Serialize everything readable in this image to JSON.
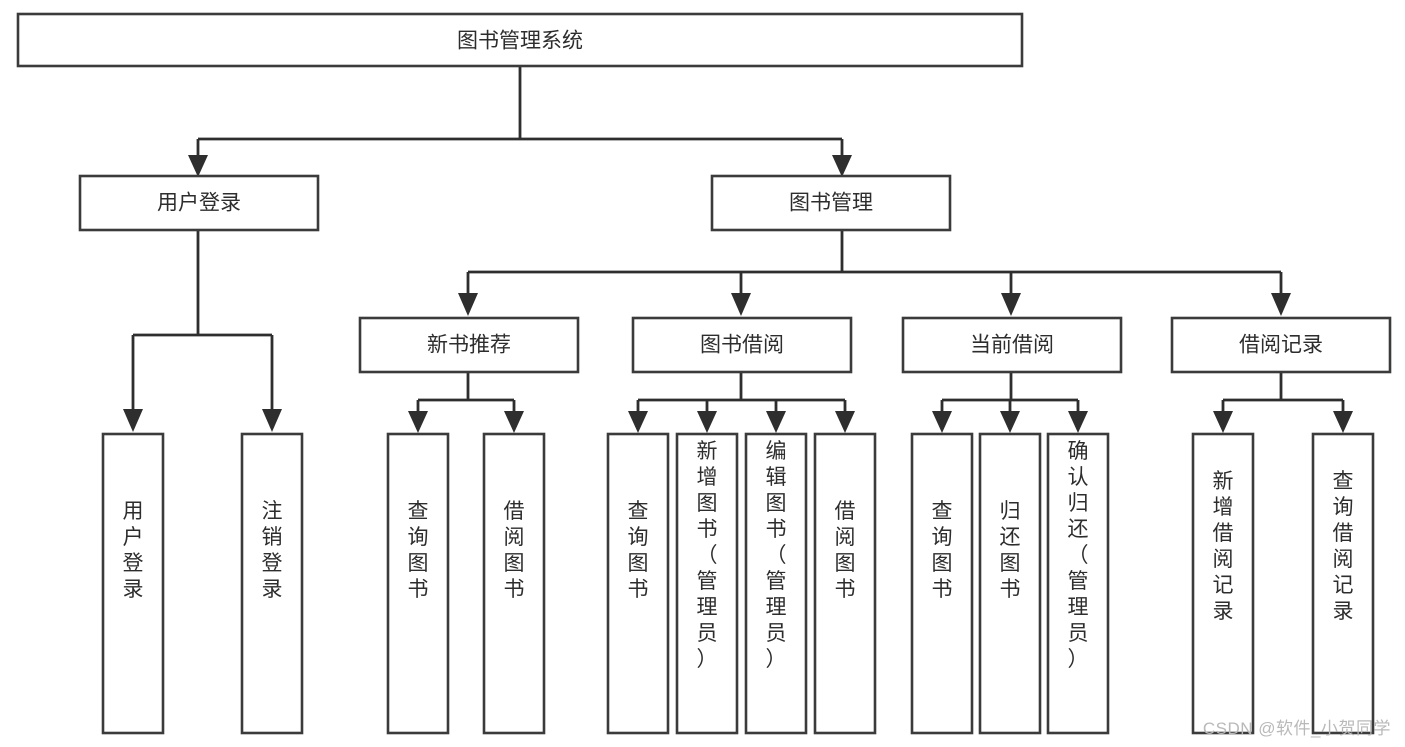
{
  "diagram": {
    "type": "tree-hierarchy-chart",
    "title": "图书管理系统",
    "watermark": "CSDN @软件_小贺同学",
    "colors": {
      "box_stroke": "#3b3b3b",
      "box_fill": "#ffffff",
      "connector": "#2e2e2e",
      "text": "#2d2d2d",
      "background": "#ffffff",
      "watermark": "#b9b9b9"
    },
    "root": {
      "label": "图书管理系统",
      "orientation": "horizontal"
    },
    "level2": [
      {
        "label": "用户登录",
        "orientation": "horizontal"
      },
      {
        "label": "图书管理",
        "orientation": "horizontal"
      }
    ],
    "level3": [
      {
        "label": "新书推荐",
        "orientation": "horizontal",
        "parent": "图书管理"
      },
      {
        "label": "图书借阅",
        "orientation": "horizontal",
        "parent": "图书管理"
      },
      {
        "label": "当前借阅",
        "orientation": "horizontal",
        "parent": "图书管理"
      },
      {
        "label": "借阅记录",
        "orientation": "horizontal",
        "parent": "图书管理"
      }
    ],
    "leaves": [
      {
        "label": "用户登录",
        "orientation": "vertical",
        "parent": "用户登录"
      },
      {
        "label": "注销登录",
        "orientation": "vertical",
        "parent": "用户登录"
      },
      {
        "label": "查询图书",
        "orientation": "vertical",
        "parent": "新书推荐"
      },
      {
        "label": "借阅图书",
        "orientation": "vertical",
        "parent": "新书推荐"
      },
      {
        "label": "查询图书",
        "orientation": "vertical",
        "parent": "图书借阅"
      },
      {
        "label": "新增图书（管理员）",
        "orientation": "vertical",
        "parent": "图书借阅"
      },
      {
        "label": "编辑图书（管理员）",
        "orientation": "vertical",
        "parent": "图书借阅"
      },
      {
        "label": "借阅图书",
        "orientation": "vertical",
        "parent": "图书借阅"
      },
      {
        "label": "查询图书",
        "orientation": "vertical",
        "parent": "当前借阅"
      },
      {
        "label": "归还图书",
        "orientation": "vertical",
        "parent": "当前借阅"
      },
      {
        "label": "确认归还（管理员）",
        "orientation": "vertical",
        "parent": "当前借阅"
      },
      {
        "label": "新增借阅记录",
        "orientation": "vertical",
        "parent": "借阅记录"
      },
      {
        "label": "查询借阅记录",
        "orientation": "vertical",
        "parent": "借阅记录"
      }
    ]
  }
}
